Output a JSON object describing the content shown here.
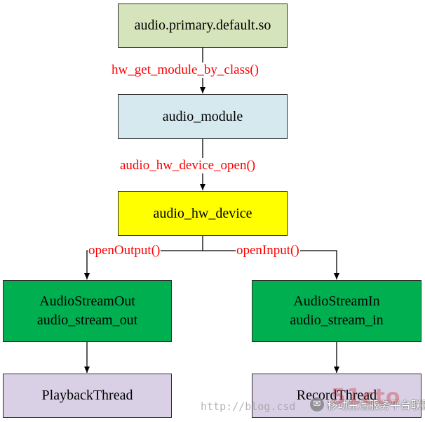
{
  "nodes": {
    "so": {
      "label": "audio.primary.default.so",
      "fill": "#d6e4bc"
    },
    "module": {
      "label": "audio_module",
      "fill": "#d5e9ef"
    },
    "device": {
      "label": "audio_hw_device",
      "fill": "#ffff00"
    },
    "out": {
      "label1": "AudioStreamOut",
      "label2": "audio_stream_out",
      "fill": "#00b050"
    },
    "in": {
      "label1": "AudioStreamIn",
      "label2": "audio_stream_in",
      "fill": "#00b050"
    },
    "playback": {
      "label": "PlaybackThread",
      "fill": "#d9d0e6"
    },
    "record": {
      "label": "RecordThread",
      "fill": "#d9d0e6"
    }
  },
  "edges": {
    "get_module": "hw_get_module_by_class()",
    "device_open": "audio_hw_device_open()",
    "open_output": "openOutput()",
    "open_input": "openInput()"
  },
  "watermark": {
    "url": "http://blog.csd",
    "account": "移动生活服务平台联盟",
    "logo": "51cto"
  },
  "colors": {
    "edge_label": "#ff0000",
    "line": "#000000"
  }
}
